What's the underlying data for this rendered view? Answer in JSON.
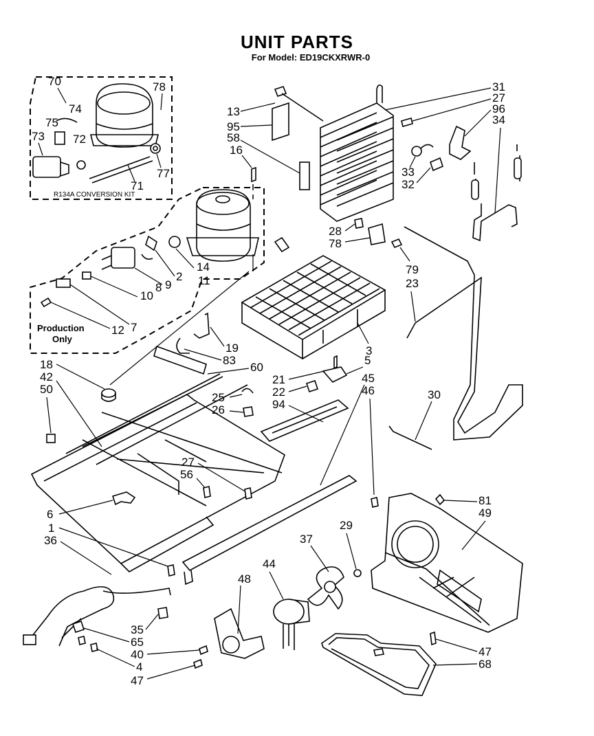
{
  "header": {
    "title": "UNIT PARTS",
    "subtitle": "For Model: ED19CKXRWR-0"
  },
  "kit_box": {
    "label": "R134A  CONVERSION  KIT"
  },
  "production_box": {
    "line1": "Production",
    "line2": "Only"
  },
  "callouts": {
    "c70": "70",
    "c78": "78",
    "c74": "74",
    "c75": "75",
    "c73": "73",
    "c72": "72",
    "c71": "71",
    "c77": "77",
    "c13": "13",
    "c95": "95",
    "c58": "58",
    "c16": "16",
    "c31": "31",
    "c27a": "27",
    "c96": "96",
    "c34": "34",
    "c33": "33",
    "c32": "32",
    "c28": "28",
    "c78b": "78",
    "c79": "79",
    "c23": "23",
    "c14": "14",
    "c11": "11",
    "c2": "2",
    "c9": "9",
    "c8": "8",
    "c10": "10",
    "c7": "7",
    "c12": "12",
    "c19": "19",
    "c83": "83",
    "c3": "3",
    "c18": "18",
    "c42": "42",
    "c50": "50",
    "c60": "60",
    "c21": "21",
    "c22": "22",
    "c94": "94",
    "c5": "5",
    "c45": "45",
    "c46": "46",
    "c25": "25",
    "c26": "26",
    "c30": "30",
    "c27b": "27",
    "c56": "56",
    "c6": "6",
    "c1": "1",
    "c36": "36",
    "c81": "81",
    "c49": "49",
    "c29": "29",
    "c37": "37",
    "c44": "44",
    "c48": "48",
    "c35": "35",
    "c65": "65",
    "c40": "40",
    "c4": "4",
    "c47a": "47",
    "c47b": "47",
    "c68": "68"
  }
}
